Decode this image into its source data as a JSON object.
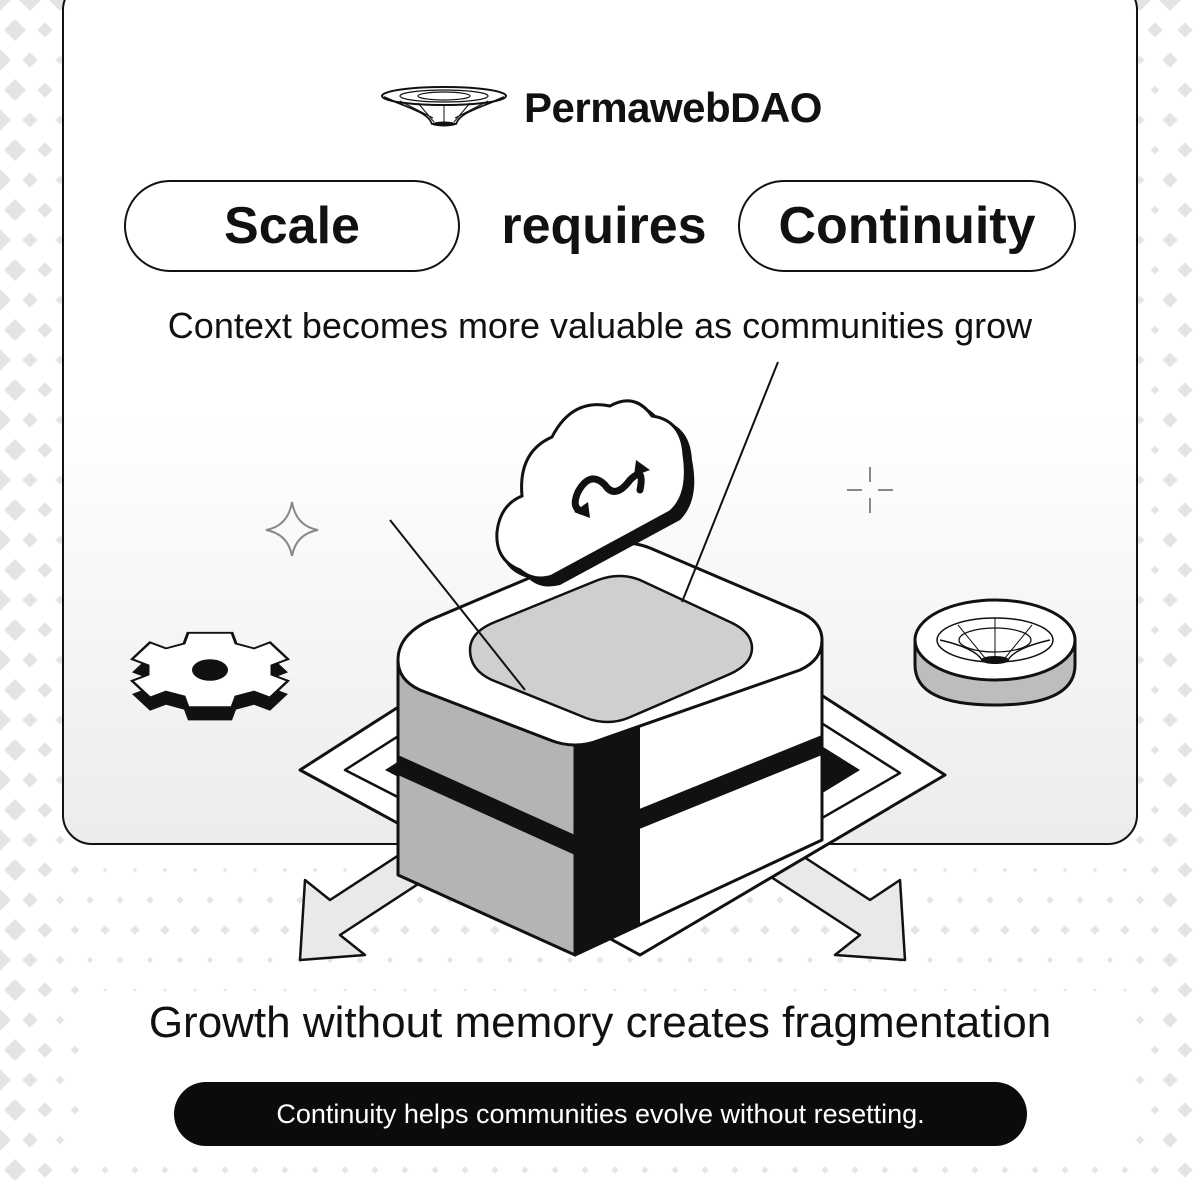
{
  "brand": {
    "name": "PermawebDAO",
    "logo_icon": "funnel-wireframe-icon"
  },
  "headline": {
    "left_pill": "Scale",
    "connector": "requires",
    "right_pill": "Continuity"
  },
  "subtitle": "Context becomes more valuable as communities grow",
  "illustration": {
    "icons": [
      "cloud-infinity-icon",
      "gear-icon",
      "sparkle-icon",
      "crosshair-icon",
      "funnel-coin-icon",
      "storage-block-icon",
      "arrow-left-icon",
      "arrow-right-icon"
    ]
  },
  "footer": {
    "heading": "Growth without memory creates fragmentation",
    "tagline": "Continuity helps communities evolve without resetting."
  },
  "colors": {
    "ink": "#111111",
    "panel_gray": "#bdbdbd",
    "light_gray": "#dcdcdc",
    "background": "#ffffff",
    "pattern": "#e4e4e4"
  }
}
